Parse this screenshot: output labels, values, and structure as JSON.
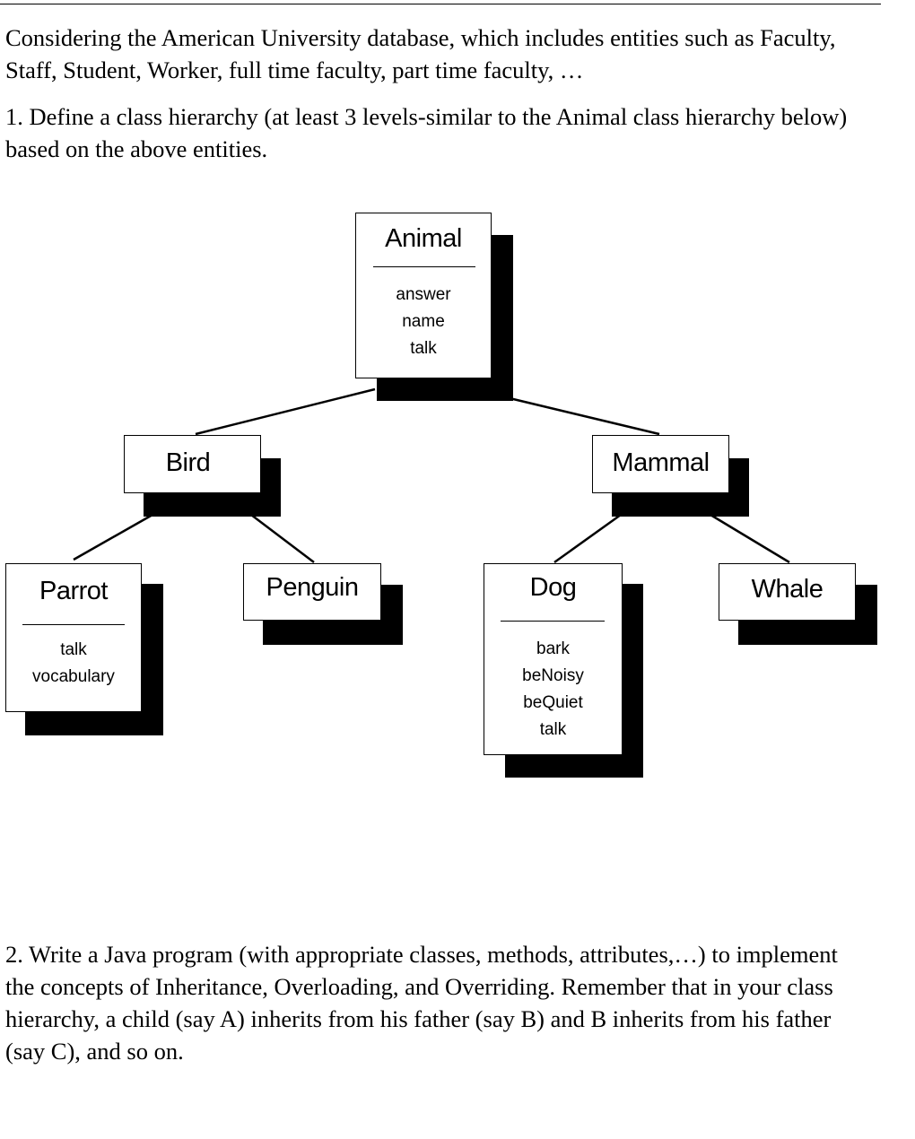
{
  "intro_text": "Considering the American University database, which includes entities such as Faculty, Staff, Student, Worker, full time faculty, part time faculty, …",
  "question_1": "1. Define a class hierarchy (at least 3 levels-similar to the Animal class hierarchy below) based on the above entities.",
  "diagram": {
    "animal": {
      "name": "Animal",
      "members": [
        "answer",
        "name",
        "talk"
      ]
    },
    "bird": {
      "name": "Bird"
    },
    "mammal": {
      "name": "Mammal"
    },
    "parrot": {
      "name": "Parrot",
      "members": [
        "talk",
        "vocabulary"
      ]
    },
    "penguin": {
      "name": "Penguin"
    },
    "dog": {
      "name": "Dog",
      "members": [
        "bark",
        "beNoisy",
        "beQuiet",
        "talk"
      ]
    },
    "whale": {
      "name": "Whale"
    }
  },
  "question_2": "2. Write a Java program (with appropriate classes, methods, attributes,…) to implement the concepts of Inheritance, Overloading, and Overriding.  Remember that in your class hierarchy, a child (say A) inherits from his father (say B) and B inherits from his father (say C), and so on."
}
